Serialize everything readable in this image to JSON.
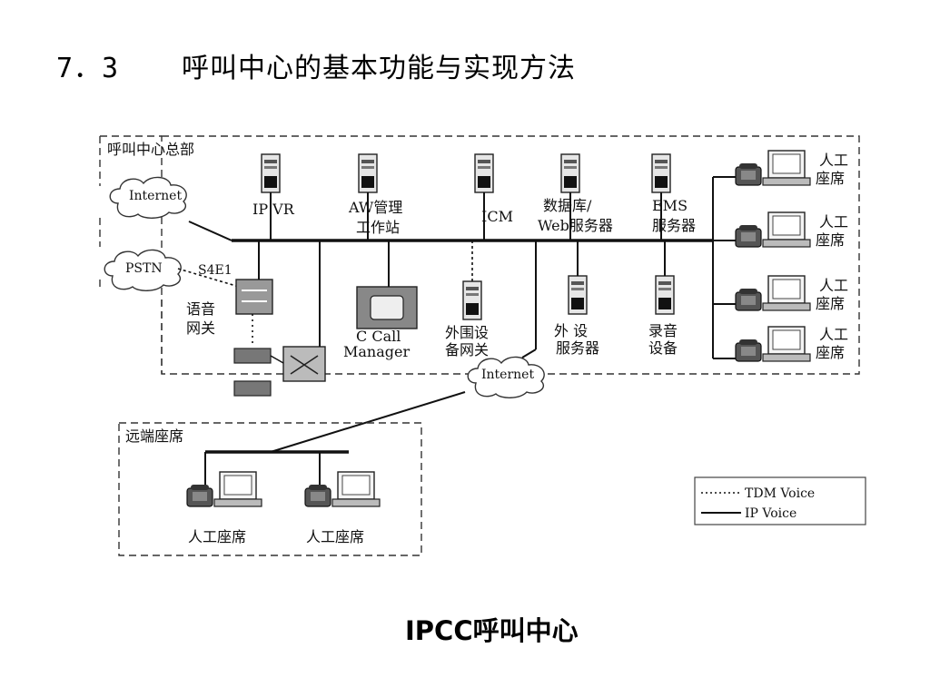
{
  "slide": {
    "section_number": "7．3",
    "section_title": "呼叫中心的基本功能与实现方法",
    "caption": "IPCC呼叫中心"
  },
  "diagram": {
    "headquarters_label": "呼叫中心总部",
    "remote_label": "远端座席",
    "clouds": {
      "internet_top": "Internet",
      "pstn": "PSTN",
      "internet_middle": "Internet"
    },
    "trunk_label": "S4E1",
    "servers": {
      "ip_ivr": "IP VR",
      "aw_line1": "AW管理",
      "aw_line2": "工作站",
      "icm": "ICM",
      "db_line1": "数据库/",
      "db_line2": "Web服务器",
      "ems_line1": "EMS",
      "ems_line2": "服务器"
    },
    "lower_devices": {
      "voice_gw_line1": "语音",
      "voice_gw_line2": "网关",
      "callmanager_line1": "C Call",
      "callmanager_line2": "Manager",
      "periph_gw_line1": "外围设",
      "periph_gw_line2": "备网关",
      "periph_srv_line1": "外  设",
      "periph_srv_line2": "服务器",
      "record_line1": "录音",
      "record_line2": "设备"
    },
    "agents": {
      "agent_line1": "人工",
      "agent_line2": "座席",
      "remote_agent": "人工座席"
    },
    "legend": {
      "tdm": "TDM Voice",
      "ip": "IP Voice"
    }
  }
}
